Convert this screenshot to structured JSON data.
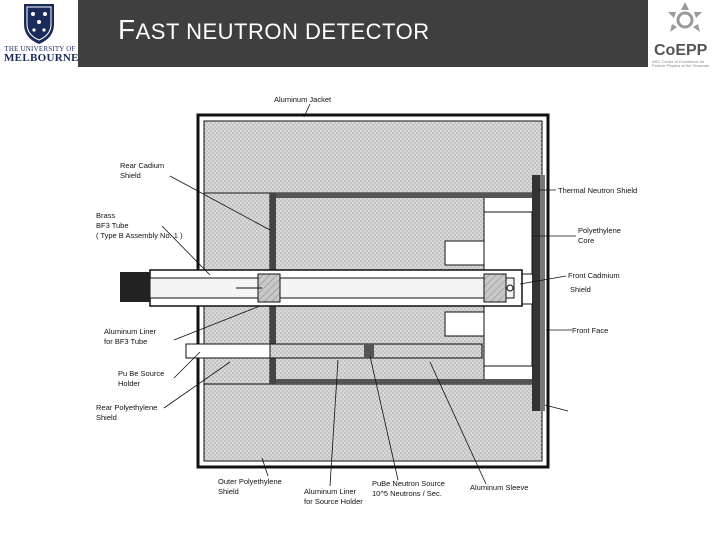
{
  "header": {
    "title_first": "F",
    "title_rest": "AST NEUTRON DETECTOR",
    "university_line1": "THE UNIVERSITY OF",
    "university_line2": "MELBOURNE",
    "coepp_name": "CoEPP",
    "coepp_tagline": "ARC Centre of Excellence for Particle Physics at the Terascale"
  },
  "diagram": {
    "labels": {
      "aluminum_jacket": "Aluminum Jacket",
      "rear_cadmium_1": "Rear Cadium",
      "rear_cadmium_2": "Shield",
      "thermal_neutron": "Thermal Neutron Shield",
      "brass_1": "Brass",
      "brass_2": "BF3 Tube",
      "brass_3": "( Type B Assembly No. 1 )",
      "poly_core_1": "Polyethylene",
      "poly_core_2": "Core",
      "front_cad_1": "Front Cadmium",
      "front_cad_2": "Shield",
      "al_liner_1": "Aluminum Liner",
      "al_liner_2": "for BF3 Tube",
      "front_face": "Front Face",
      "pube_holder_1": "Pu Be Source",
      "pube_holder_2": "Holder",
      "rear_poly_1": "Rear Polyethylene",
      "rear_poly_2": "Shield",
      "al_liner_src_1": "Aluminum Liner",
      "al_liner_src_2": "for Source Holder",
      "outer_poly_1": "Outer Polyethylene",
      "outer_poly_2": "Shield",
      "pube_source_1": "PuBe Neutron Source",
      "pube_source_2": "10^5 Neutrons / Sec.",
      "al_sleeve": "Aluminum Sleeve"
    }
  },
  "colors": {
    "title_bar": "#3f3f3f",
    "uni_blue": "#1a2a5a",
    "hatch": "#9a9a9a"
  }
}
